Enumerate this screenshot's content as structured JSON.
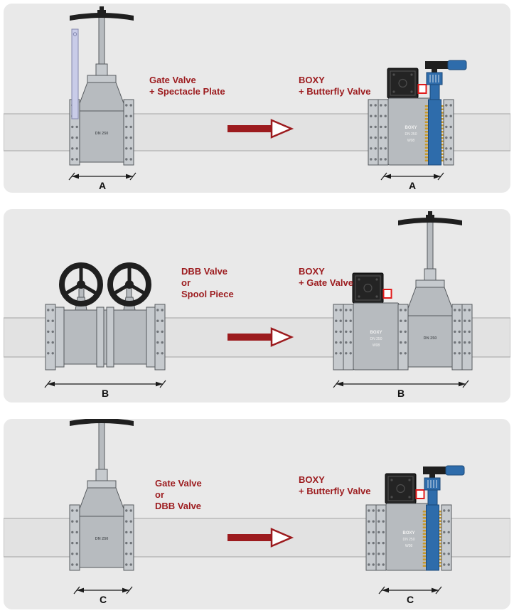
{
  "colors": {
    "label_red": "#9c1b1e",
    "panel_bg": "#e9e9e9",
    "butterfly_blue": "#2e6cab",
    "spectacle_lavender": "#c9cce8",
    "stud_gold": "#c79a2e",
    "indicator_red": "#e01b1b"
  },
  "panels": [
    {
      "left_label": [
        "Gate Valve",
        "+ Spectacle Plate"
      ],
      "right_label": [
        "BOXY",
        "+ Butterfly Valve"
      ],
      "left_dimension": "A",
      "right_dimension": "A",
      "left_valve_marking": "DN 250",
      "right_unit_markings": [
        "BOXY",
        "DN 250",
        "W08"
      ]
    },
    {
      "left_label": [
        "DBB Valve",
        "or",
        "Spool Piece"
      ],
      "right_label": [
        "BOXY",
        "+ Gate Valve"
      ],
      "left_dimension": "B",
      "right_dimension": "B",
      "right_valve_marking": "DN 250",
      "right_unit_markings": [
        "BOXY",
        "DN 250",
        "W08"
      ]
    },
    {
      "left_label": [
        "Gate Valve",
        "or",
        "DBB Valve"
      ],
      "right_label": [
        "BOXY",
        "+ Butterfly Valve"
      ],
      "left_dimension": "C",
      "right_dimension": "C",
      "left_valve_marking": "DN 250",
      "right_unit_markings": [
        "BOXY",
        "DN 250",
        "W08"
      ]
    }
  ]
}
